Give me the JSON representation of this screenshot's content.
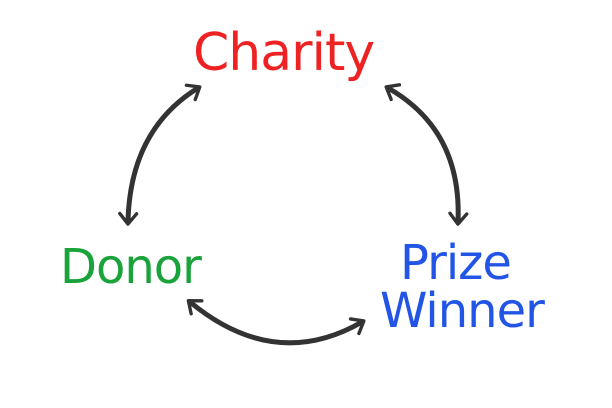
{
  "nodes": {
    "charity": {
      "label": "Charity",
      "color": "#ee2222"
    },
    "donor": {
      "label": "Donor",
      "color": "#1aa33a"
    },
    "prize_winner": {
      "line1": "Prize",
      "line2": "Winner",
      "color": "#2255e6"
    }
  },
  "arrow_color": "#333333"
}
